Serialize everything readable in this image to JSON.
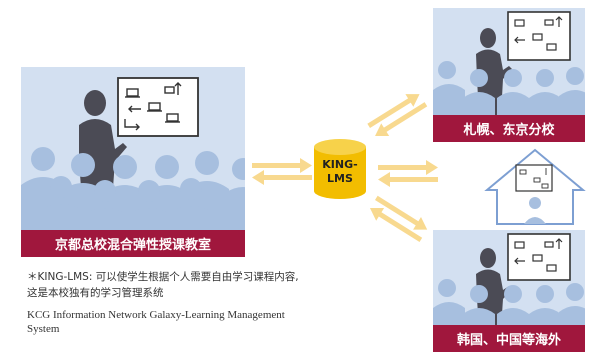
{
  "hub": {
    "line1": "KING-",
    "line2": "LMS"
  },
  "locations": {
    "kyoto": {
      "label": "京都总校混合弹性授课教室"
    },
    "sapporo_tokyo": {
      "label": "札幌、东京分校"
    },
    "overseas": {
      "label": "韩国、中国等海外"
    }
  },
  "notes": {
    "cn_line1": "＊KING-LMS: 可以使学生根据个人需要自由学习课程内容,",
    "cn_line2": "这是本校独有的学习管理系统",
    "en_line1": "KCG Information Network Galaxy-Learning Management",
    "en_line2": "System"
  },
  "colors": {
    "panel": "#d3e0f1",
    "label_bg": "#a0173d",
    "arrow": "#f8d98f",
    "hub": "#f2bd00",
    "silhouette": "#a7bfdf"
  }
}
